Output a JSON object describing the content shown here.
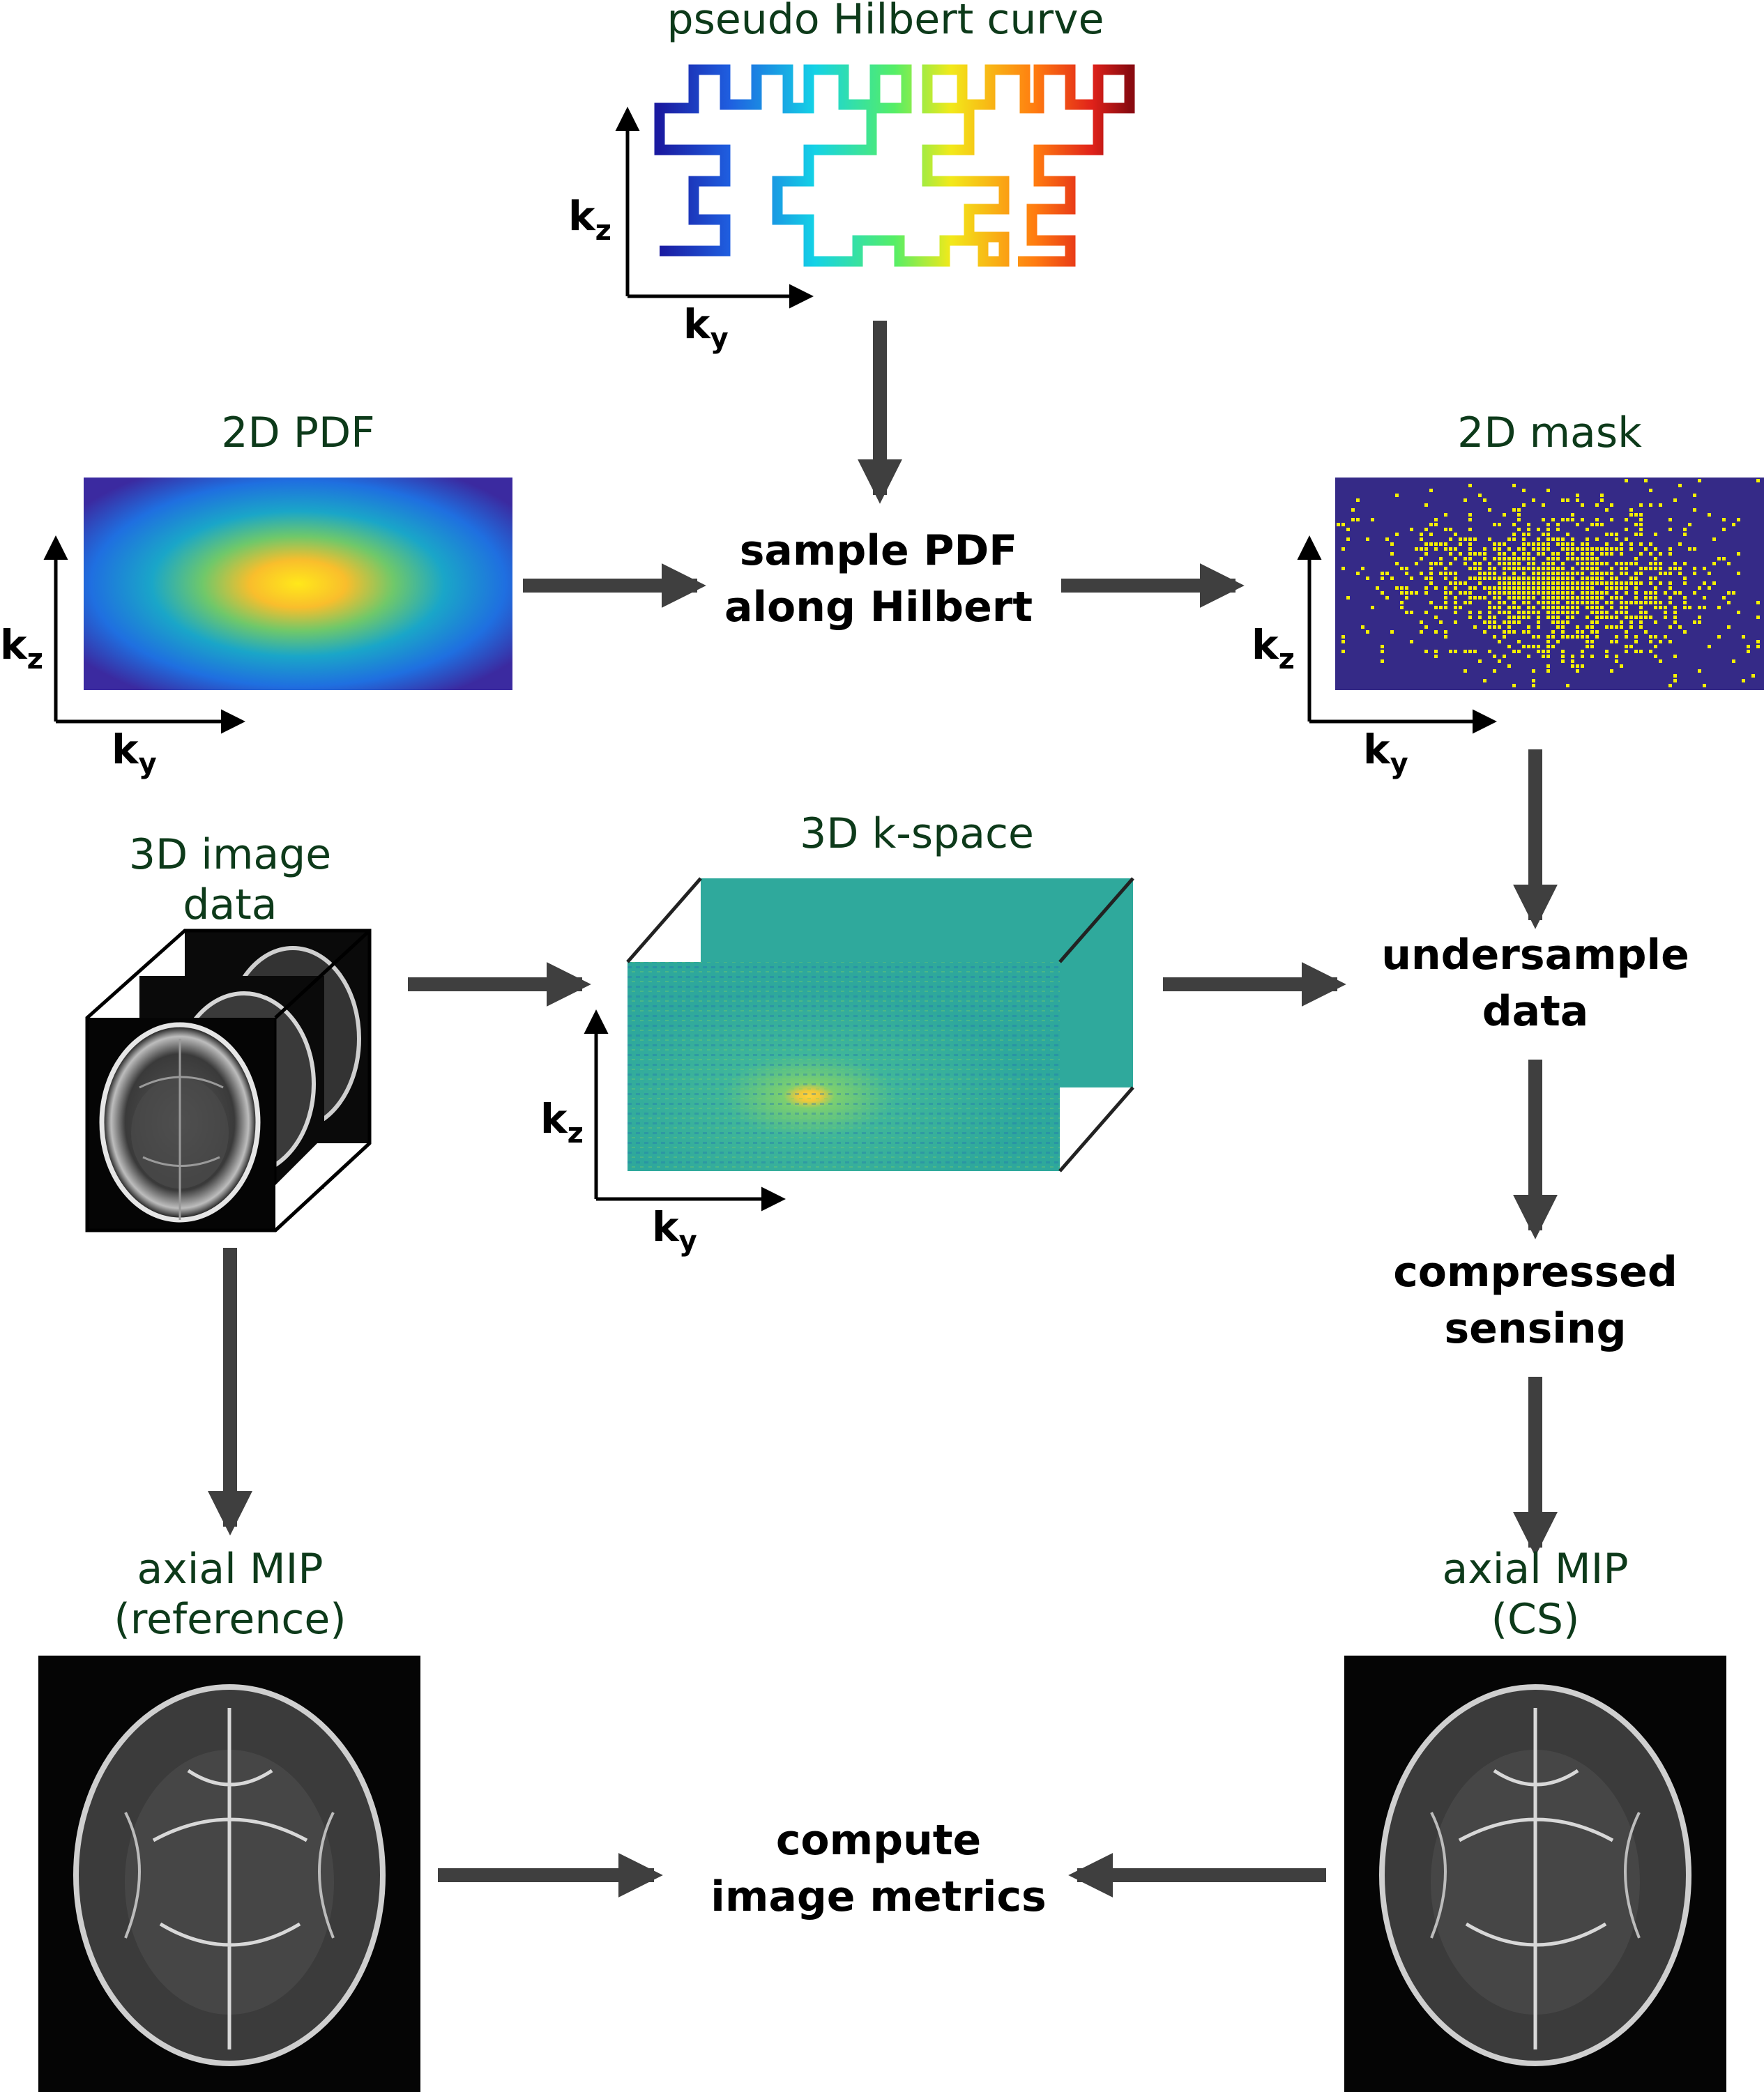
{
  "labels": {
    "hilbert_title": "pseudo Hilbert curve",
    "pdf_title": "2D PDF",
    "mask_title": "2D mask",
    "image_title_line1": "3D image",
    "image_title_line2": "data",
    "kspace_title": "3D k-space",
    "mip_ref_line1": "axial MIP",
    "mip_ref_line2": "(reference)",
    "mip_cs_line1": "axial MIP",
    "mip_cs_line2": "(CS)"
  },
  "steps": {
    "sample_line1": "sample PDF",
    "sample_line2": "along Hilbert",
    "undersample_line1": "undersample",
    "undersample_line2": "data",
    "cs_line1": "compressed",
    "cs_line2": "sensing",
    "metrics_line1": "compute",
    "metrics_line2": "image metrics"
  },
  "axes": {
    "kz_base": "k",
    "kz_sub": "z",
    "ky_base": "k",
    "ky_sub": "y"
  },
  "colors": {
    "arrow": "#3f3f3f",
    "label_text": "#0d3a1a",
    "pdf_outer": "#3b2aa0",
    "pdf_inner": "#ffd21a",
    "mask_background": "#352a87",
    "mask_dots": "#f4f000",
    "kspace_base": "#2ea89c"
  }
}
